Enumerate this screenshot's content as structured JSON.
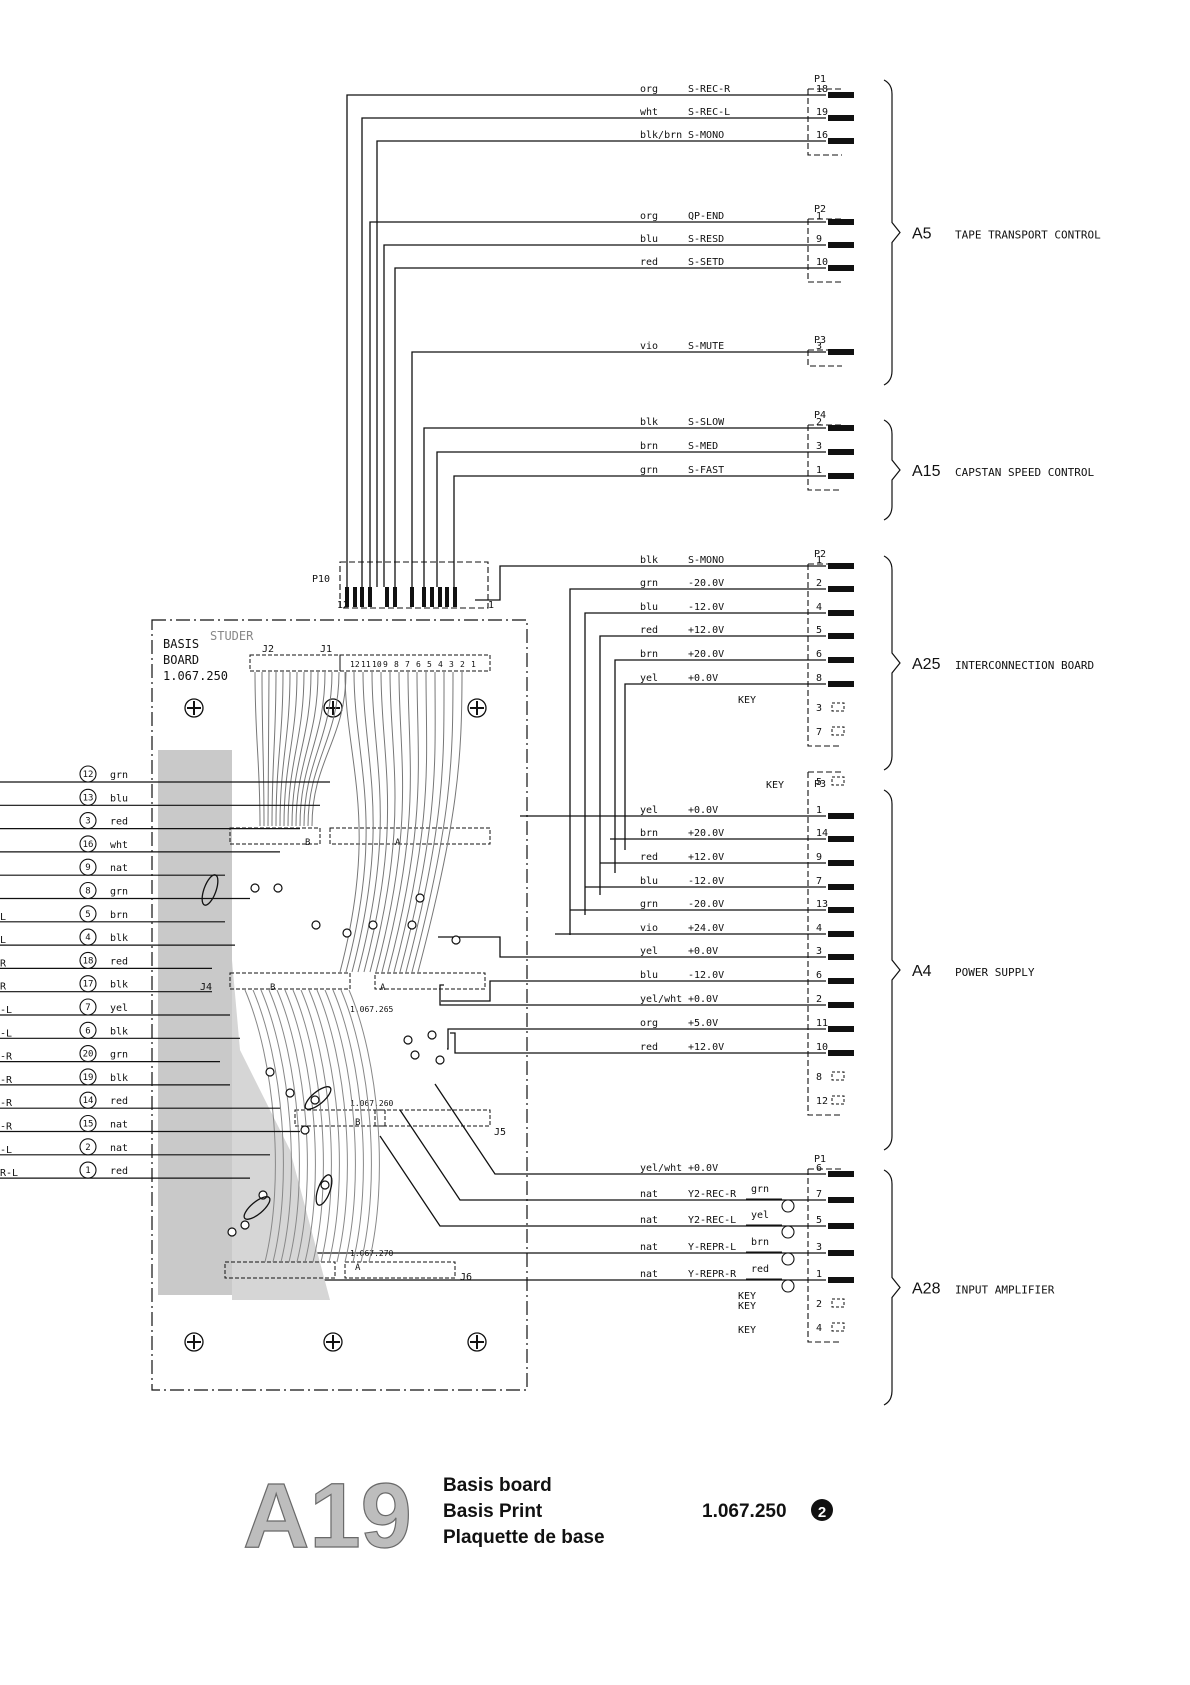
{
  "board": {
    "title_lines": [
      "BASIS",
      "BOARD",
      "1.067.250"
    ],
    "logo": "STUDER",
    "connector_p10": "P10",
    "p10_pins": [
      "12",
      "1"
    ],
    "j1": "J1",
    "j2": "J2",
    "j4": "J4",
    "j5": "J5",
    "j6": "J6",
    "sub_boards": [
      "1.067.265",
      "1.067.260",
      "1.067.270"
    ],
    "j1_pins": [
      "12",
      "11",
      "10",
      "9",
      "8",
      "7",
      "6",
      "5",
      "4",
      "3",
      "2",
      "1"
    ],
    "row_labels": [
      "A",
      "B"
    ]
  },
  "groups": [
    {
      "module": "A5",
      "name": "TAPE TRANSPORT CONTROL",
      "connectors": [
        {
          "id": "P1",
          "wires": [
            {
              "color": "org",
              "signal": "S-REC-R",
              "pin": "18"
            },
            {
              "color": "wht",
              "signal": "S-REC-L",
              "pin": "19"
            },
            {
              "color": "blk/brn",
              "signal": "S-MONO",
              "pin": "16"
            }
          ]
        },
        {
          "id": "P2",
          "wires": [
            {
              "color": "org",
              "signal": "QP-END",
              "pin": "1"
            },
            {
              "color": "blu",
              "signal": "S-RESD",
              "pin": "9"
            },
            {
              "color": "red",
              "signal": "S-SETD",
              "pin": "10"
            }
          ]
        },
        {
          "id": "P3",
          "wires": [
            {
              "color": "vio",
              "signal": "S-MUTE",
              "pin": "3"
            }
          ]
        }
      ]
    },
    {
      "module": "A15",
      "name": "CAPSTAN SPEED CONTROL",
      "connectors": [
        {
          "id": "P4",
          "wires": [
            {
              "color": "blk",
              "signal": "S-SLOW",
              "pin": "2"
            },
            {
              "color": "brn",
              "signal": "S-MED",
              "pin": "3"
            },
            {
              "color": "grn",
              "signal": "S-FAST",
              "pin": "1"
            }
          ]
        }
      ]
    },
    {
      "module": "A25",
      "name": "INTERCONNECTION BOARD",
      "connectors": [
        {
          "id": "P2",
          "key": "KEY",
          "wires": [
            {
              "color": "blk",
              "signal": "S-MONO",
              "pin": "1"
            },
            {
              "color": "grn",
              "signal": "-20.0V",
              "pin": "2"
            },
            {
              "color": "blu",
              "signal": "-12.0V",
              "pin": "4"
            },
            {
              "color": "red",
              "signal": "+12.0V",
              "pin": "5"
            },
            {
              "color": "brn",
              "signal": "+20.0V",
              "pin": "6"
            },
            {
              "color": "yel",
              "signal": "+0.0V",
              "pin": "8"
            }
          ],
          "key_pins": [
            "3",
            "7"
          ]
        }
      ]
    },
    {
      "module": "A4",
      "name": "POWER SUPPLY",
      "connectors": [
        {
          "id": "P3",
          "key": "KEY",
          "key_pins_top": [
            "5"
          ],
          "wires": [
            {
              "color": "yel",
              "signal": "+0.0V",
              "pin": "1"
            },
            {
              "color": "brn",
              "signal": "+20.0V",
              "pin": "14"
            },
            {
              "color": "red",
              "signal": "+12.0V",
              "pin": "9"
            },
            {
              "color": "blu",
              "signal": "-12.0V",
              "pin": "7"
            },
            {
              "color": "grn",
              "signal": "-20.0V",
              "pin": "13"
            },
            {
              "color": "vio",
              "signal": "+24.0V",
              "pin": "4"
            },
            {
              "color": "yel",
              "signal": "+0.0V",
              "pin": "3"
            },
            {
              "color": "blu",
              "signal": "-12.0V",
              "pin": "6"
            },
            {
              "color": "yel/wht",
              "signal": "+0.0V",
              "pin": "2"
            },
            {
              "color": "org",
              "signal": "+5.0V",
              "pin": "11"
            },
            {
              "color": "red",
              "signal": "+12.0V",
              "pin": "10"
            }
          ],
          "key_pins": [
            "8",
            "12"
          ]
        }
      ]
    },
    {
      "module": "A28",
      "name": "INPUT AMPLIFIER",
      "connectors": [
        {
          "id": "P1",
          "key": "KEY",
          "wires": [
            {
              "color": "yel/wht",
              "signal": "+0.0V",
              "pin": "6"
            },
            {
              "color": "nat",
              "signal": "Y2-REC-R",
              "shield": "grn",
              "pin": "7"
            },
            {
              "color": "nat",
              "signal": "Y2-REC-L",
              "shield": "yel",
              "pin": "5"
            },
            {
              "color": "nat",
              "signal": "Y-REPR-L",
              "shield": "brn",
              "pin": "3"
            },
            {
              "color": "nat",
              "signal": "Y-REPR-R",
              "shield": "red",
              "pin": "1"
            }
          ],
          "key_pins": [
            "2",
            "4"
          ]
        }
      ]
    }
  ],
  "left_wires": [
    {
      "num": "12",
      "color": "grn",
      "cut": ""
    },
    {
      "num": "13",
      "color": "blu",
      "cut": ""
    },
    {
      "num": "3",
      "color": "red",
      "cut": ""
    },
    {
      "num": "16",
      "color": "wht",
      "cut": ""
    },
    {
      "num": "9",
      "color": "nat",
      "cut": ""
    },
    {
      "num": "8",
      "color": "grn",
      "cut": ""
    },
    {
      "num": "5",
      "color": "brn",
      "cut": "L"
    },
    {
      "num": "4",
      "color": "blk",
      "cut": "L"
    },
    {
      "num": "18",
      "color": "red",
      "cut": "R"
    },
    {
      "num": "17",
      "color": "blk",
      "cut": "R"
    },
    {
      "num": "7",
      "color": "yel",
      "cut": "-L"
    },
    {
      "num": "6",
      "color": "blk",
      "cut": "-L"
    },
    {
      "num": "20",
      "color": "grn",
      "cut": "-R"
    },
    {
      "num": "19",
      "color": "blk",
      "cut": "-R"
    },
    {
      "num": "14",
      "color": "red",
      "cut": "-R"
    },
    {
      "num": "15",
      "color": "nat",
      "cut": "-R"
    },
    {
      "num": "2",
      "color": "nat",
      "cut": "-L"
    },
    {
      "num": "1",
      "color": "red",
      "cut": "R-L"
    }
  ],
  "footer": {
    "big_label": "A19",
    "title_en": "Basis board",
    "title_de": "Basis Print",
    "title_fr": "Plaquette de base",
    "part_number": "1.067.250",
    "revision": "2"
  }
}
